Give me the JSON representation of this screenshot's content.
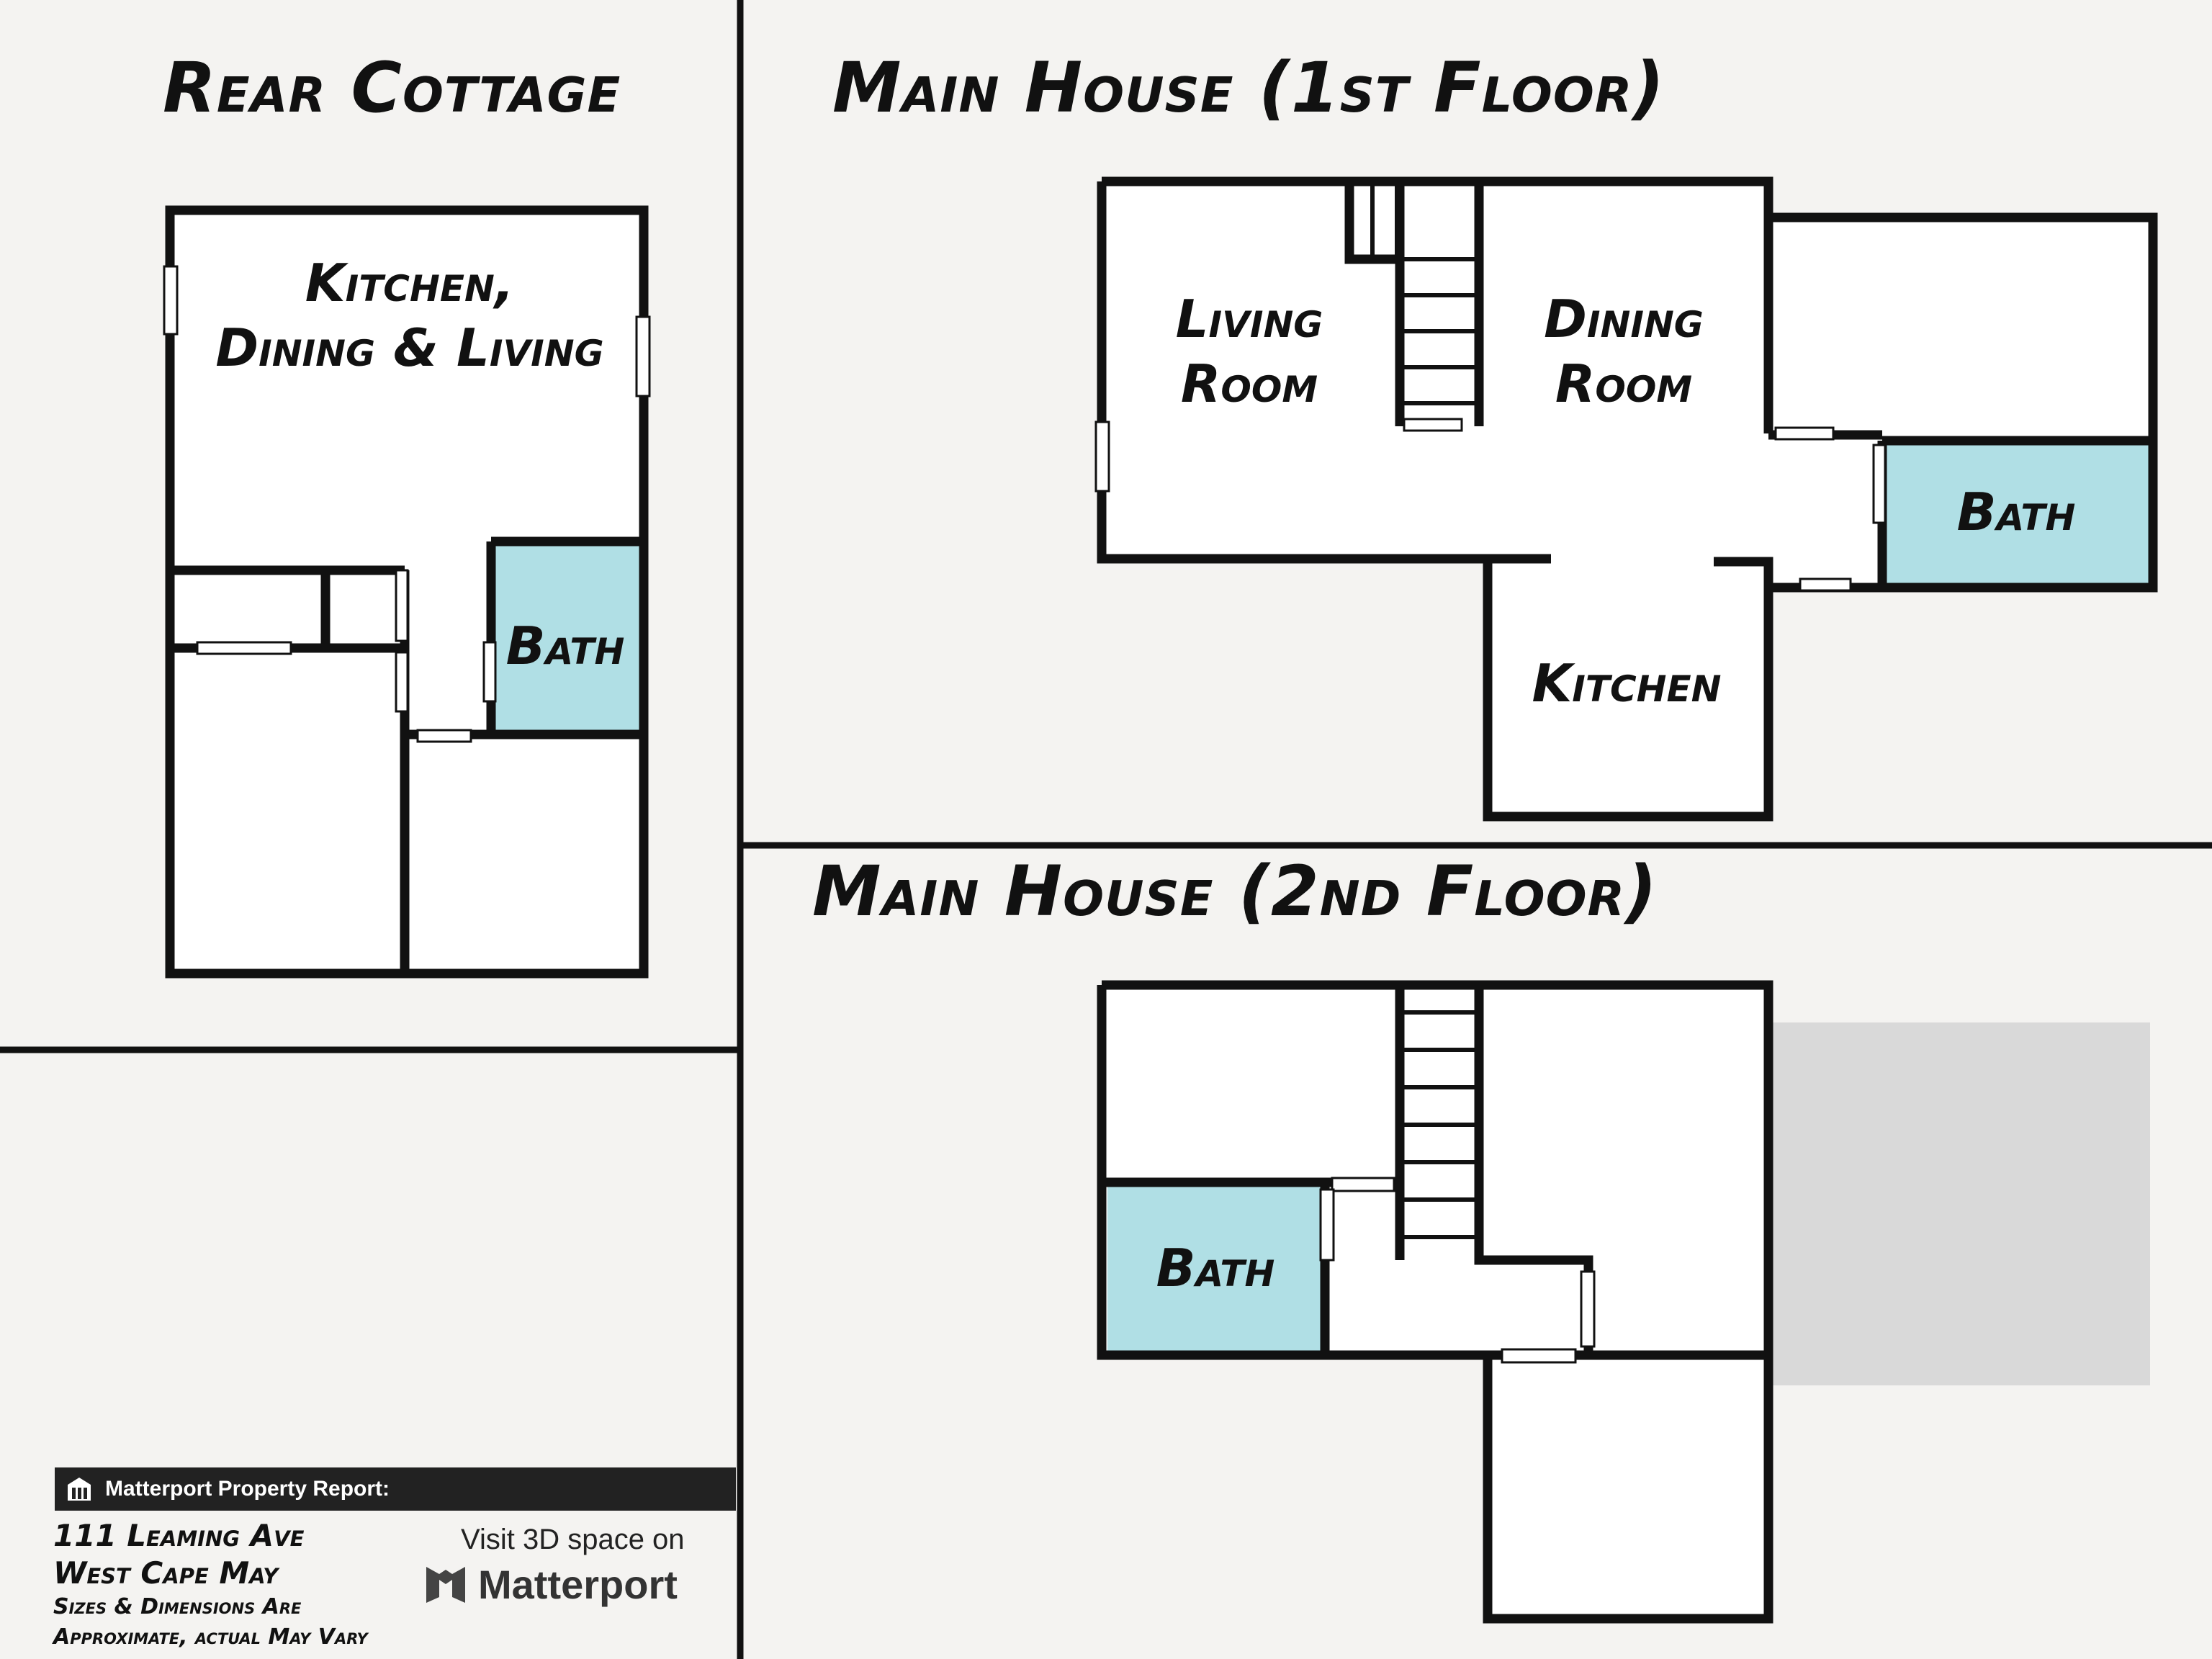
{
  "titles": {
    "rear_cottage": "Rear Cottage",
    "main_first": "Main House (1st Floor)",
    "main_second": "Main House (2nd Floor)"
  },
  "rooms": {
    "cottage_kitchen_line1": "Kitchen,",
    "cottage_kitchen_line2": "Dining & Living",
    "cottage_bath": "Bath",
    "first_living_line1": "Living",
    "first_living_line2": "Room",
    "first_dining_line1": "Dining",
    "first_dining_line2": "Room",
    "first_bath": "Bath",
    "first_kitchen": "Kitchen",
    "second_bath": "Bath"
  },
  "footer": {
    "report_label": "Matterport Property Report:",
    "address_line1": "111 Leaming Ave",
    "address_line2": "West Cape May",
    "disclaimer_line1": "Sizes & Dimensions Are",
    "disclaimer_line2": "Approximate, actual May Vary",
    "visit_text": "Visit 3D space on",
    "brand_name": "Matterport"
  },
  "icons": {
    "report": "building-icon",
    "brand": "matterport-logo-icon"
  },
  "colors": {
    "background": "#f4f3f1",
    "bath_fill": "#b0dfe5",
    "wall": "#111111",
    "faded_area": "#d9d9d9"
  }
}
